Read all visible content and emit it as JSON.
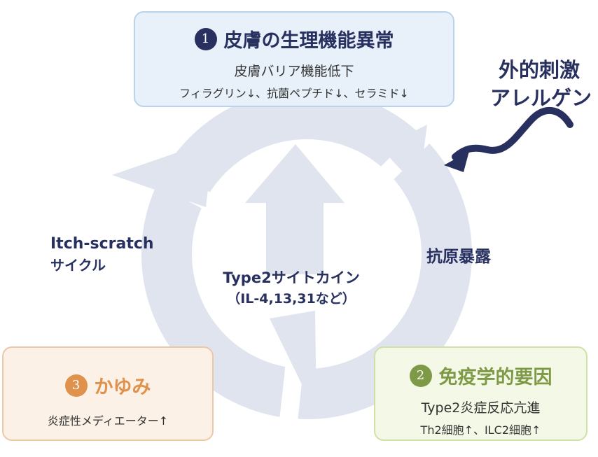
{
  "colors": {
    "navy": "#27305f",
    "cycle_gray": "#e0e4ee",
    "orange": "#e0914b",
    "green": "#7e9a47",
    "blue_box": "#e8f1fa",
    "orange_box": "#fbf1e7",
    "green_box": "#f3f8e7"
  },
  "top_box": {
    "number": "1",
    "title": "皮膚の生理機能異常",
    "subtitle": "皮膚バリア機能低下",
    "detail": "フィラグリン↓、抗菌ペプチド↓、セラミド↓"
  },
  "left_box": {
    "number": "3",
    "title": "かゆみ",
    "detail": "炎症性メディエーター↑"
  },
  "right_box": {
    "number": "2",
    "title": "免疫学的要因",
    "subtitle": "Type2炎症反応亢進",
    "detail": "Th2細胞↑、ILC2細胞↑"
  },
  "external": {
    "line1": "外的刺激",
    "line2": "アレルゲン",
    "icon": "wavy-arrow-icon"
  },
  "labels": {
    "itch_line1": "Itch-scratch",
    "itch_line2": "サイクル",
    "antigen": "抗原暴露",
    "center_line1": "Type2サイトカイン",
    "center_line2": "（IL-4,13,31など）"
  }
}
